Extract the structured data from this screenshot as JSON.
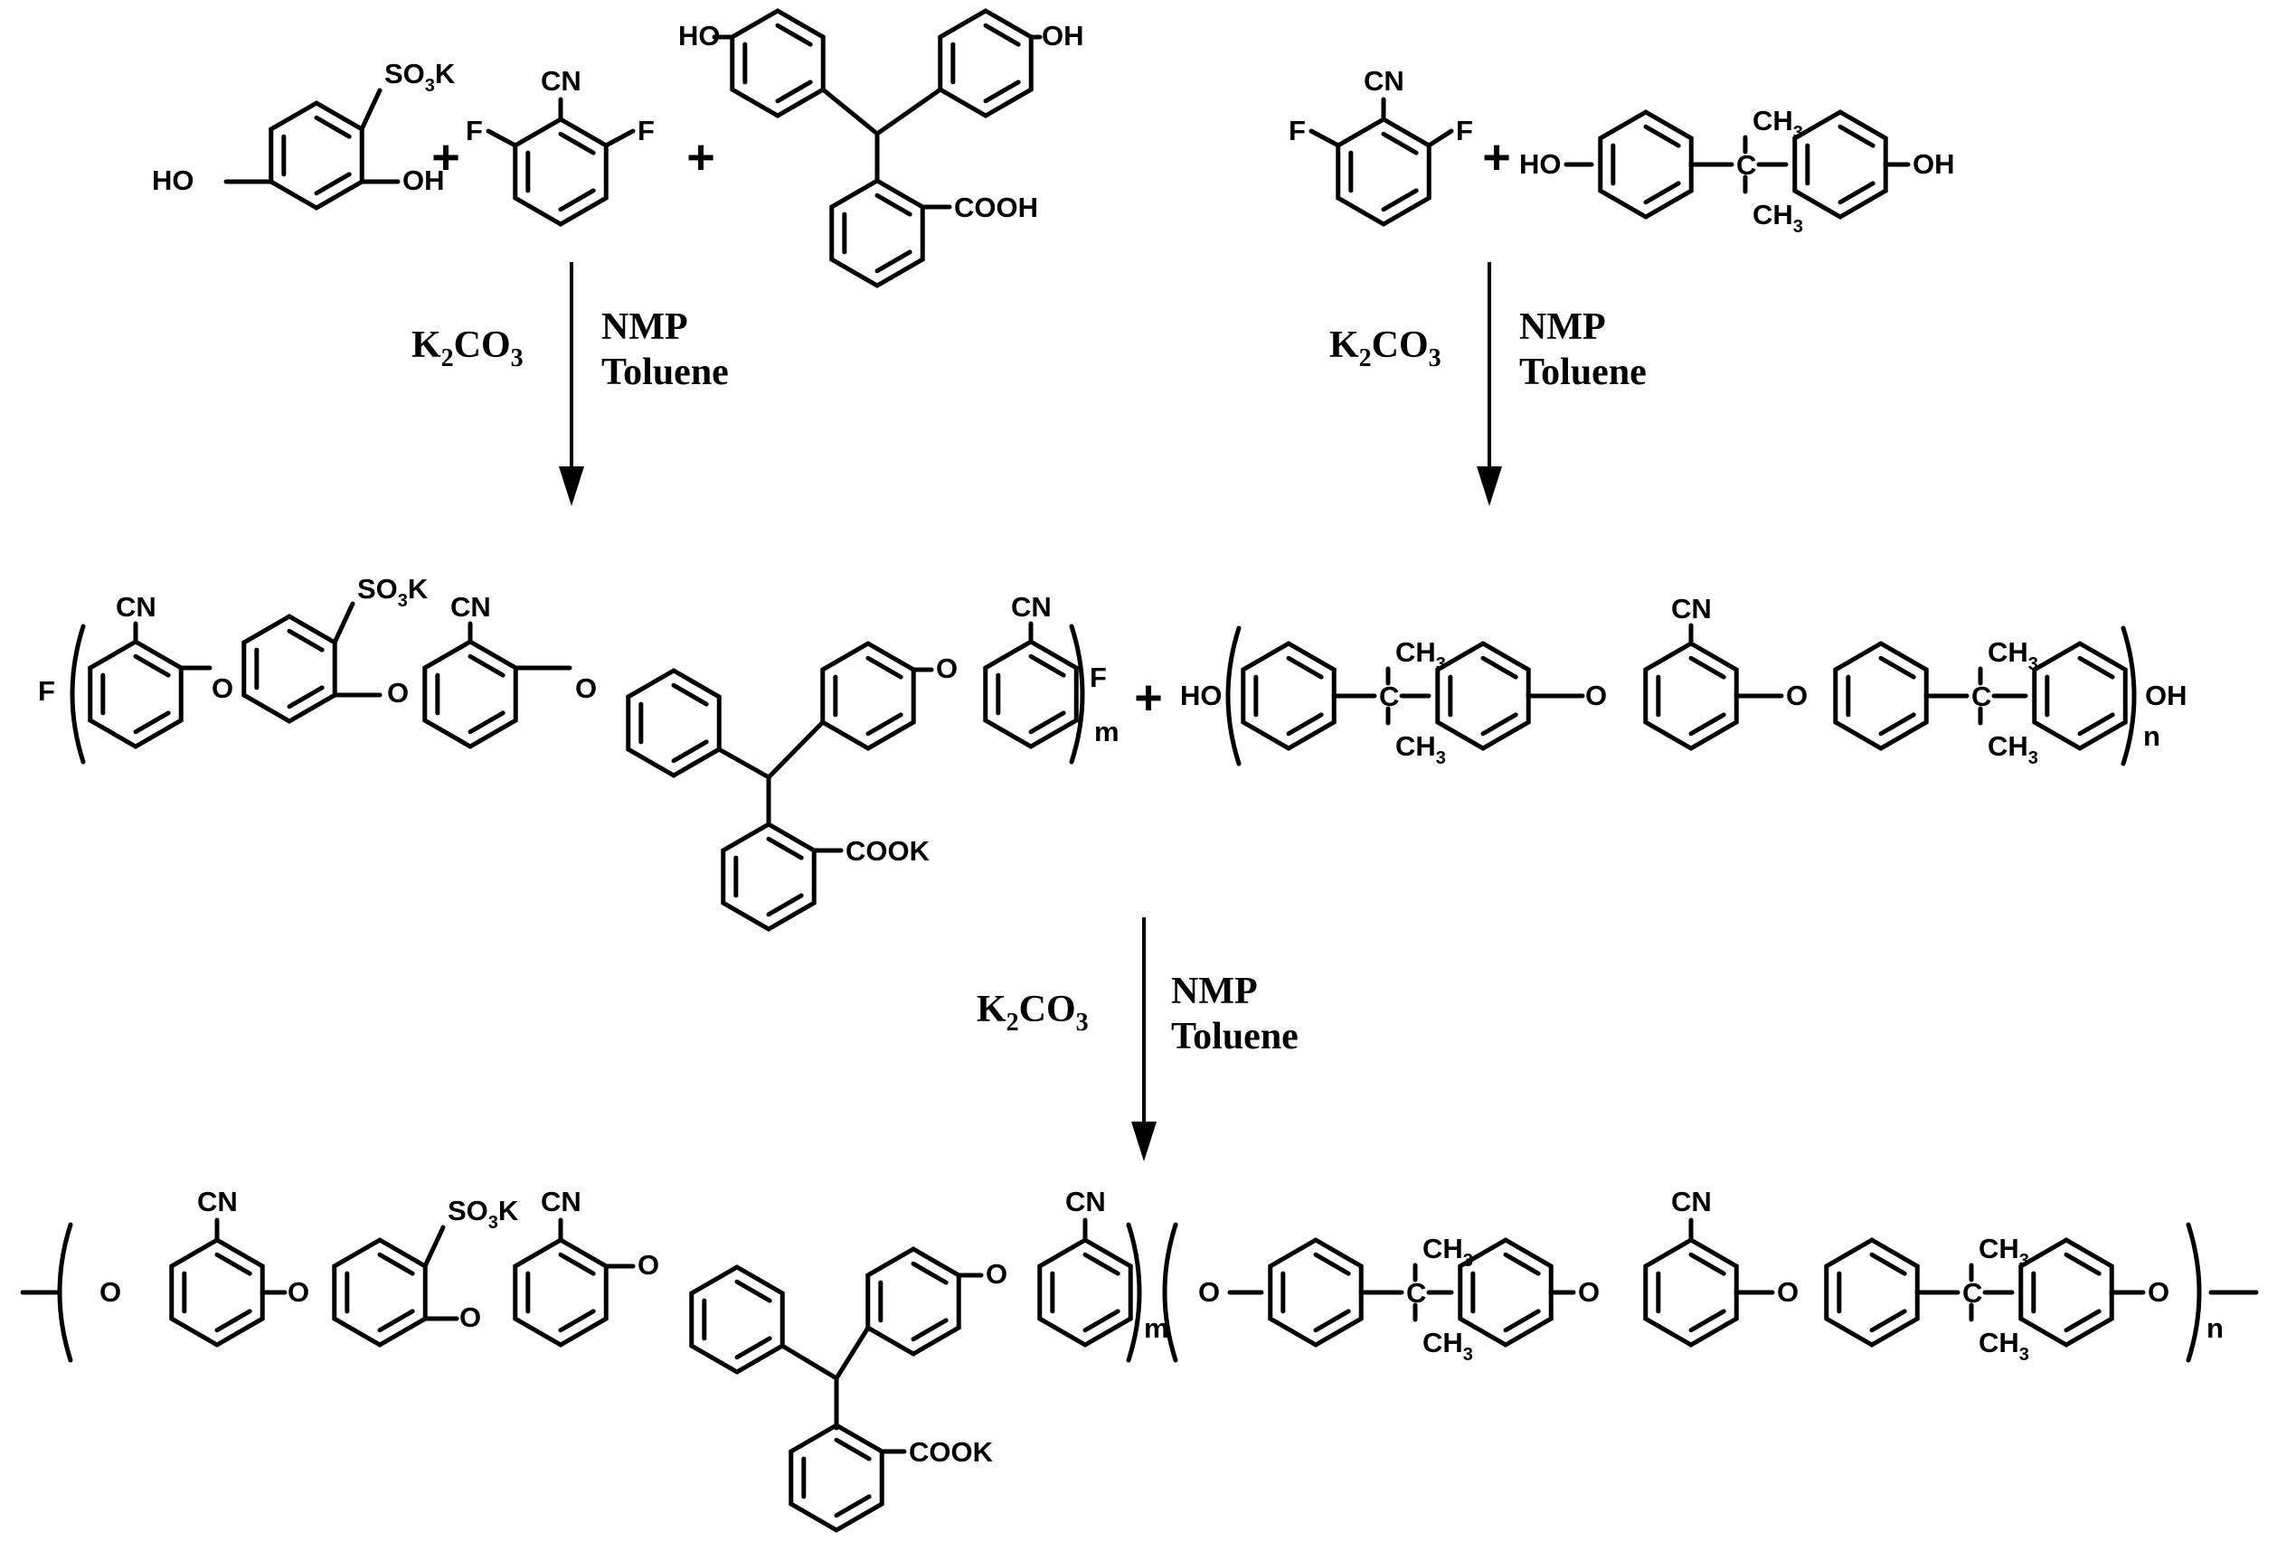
{
  "labels": {
    "so3k": "SO3K",
    "cn": "CN",
    "f": "F",
    "ho": "HO",
    "oh": "OH",
    "o": "O",
    "cooh": "COOH",
    "cook": "COOK",
    "ch3": "CH3",
    "c": "C",
    "m": "m",
    "n": "n",
    "plus": "+"
  },
  "reagents": {
    "base": "K2CO3",
    "solvent1": "NMP",
    "solvent2": "Toluene"
  },
  "colors": {
    "ink": "#000000",
    "background": "#ffffff"
  }
}
